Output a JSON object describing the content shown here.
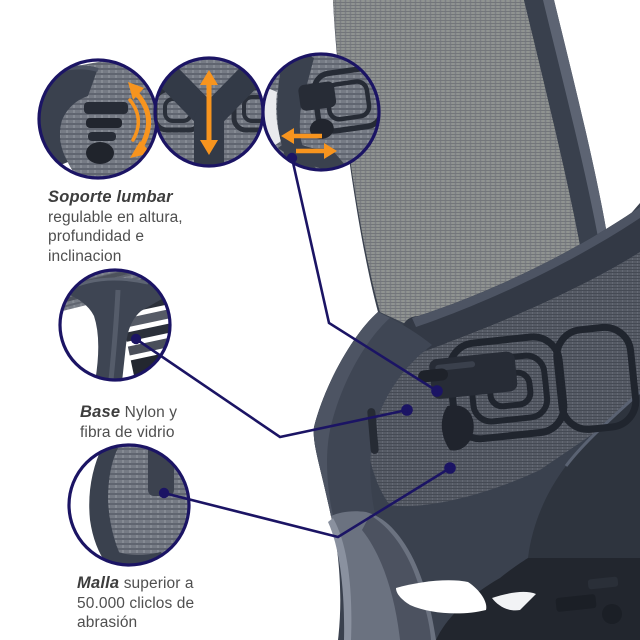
{
  "annotations": {
    "lumbar": {
      "title": "Soporte lumbar",
      "lines": [
        "regulable en altura,",
        "profundidad e",
        "inclinacion"
      ]
    },
    "base": {
      "title": "Base",
      "rest": "Nylon y",
      "lines": [
        "fibra de vidrio"
      ]
    },
    "malla": {
      "title": "Malla",
      "rest": "superior a",
      "lines": [
        "50.000 cliclos de",
        "abrasión"
      ]
    }
  },
  "icons": {
    "tilt": "tilt-curved-double-arrow-icon",
    "height": "vertical-double-arrow-icon",
    "depth": "horizontal-double-arrow-icon"
  },
  "colors": {
    "callout_outline": "#1b1464",
    "arrow": "#f7941e",
    "title_text": "#3d3d3d",
    "body_text": "#4f4f4f"
  }
}
